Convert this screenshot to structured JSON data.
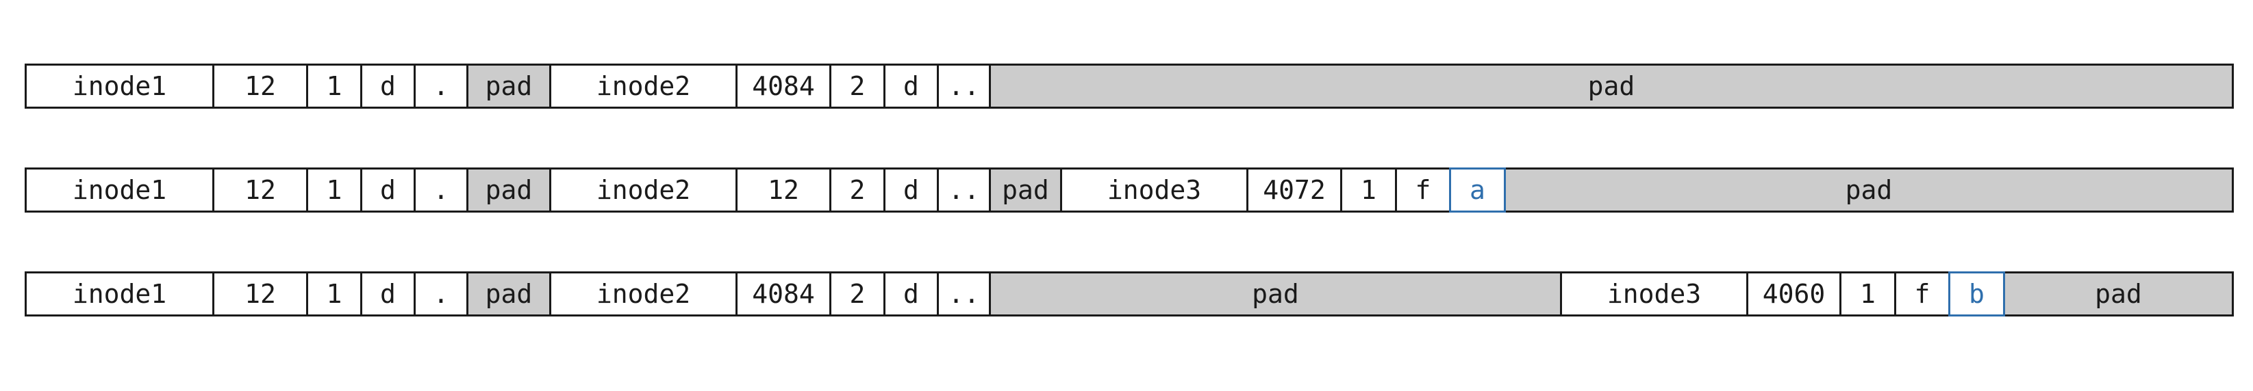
{
  "colors": {
    "pad_fill": "#cccccc",
    "border": "#1a1a1a",
    "highlight": "#2f6fad"
  },
  "rows": [
    {
      "cells": [
        {
          "label": "inode1",
          "kind": "field"
        },
        {
          "label": "12",
          "kind": "field"
        },
        {
          "label": "1",
          "kind": "field"
        },
        {
          "label": "d",
          "kind": "field"
        },
        {
          "label": ".",
          "kind": "field"
        },
        {
          "label": "pad",
          "kind": "pad"
        },
        {
          "label": "inode2",
          "kind": "field"
        },
        {
          "label": "4084",
          "kind": "field"
        },
        {
          "label": "2",
          "kind": "field"
        },
        {
          "label": "d",
          "kind": "field"
        },
        {
          "label": "..",
          "kind": "field"
        },
        {
          "label": "pad",
          "kind": "pad"
        }
      ]
    },
    {
      "cells": [
        {
          "label": "inode1",
          "kind": "field"
        },
        {
          "label": "12",
          "kind": "field"
        },
        {
          "label": "1",
          "kind": "field"
        },
        {
          "label": "d",
          "kind": "field"
        },
        {
          "label": ".",
          "kind": "field"
        },
        {
          "label": "pad",
          "kind": "pad"
        },
        {
          "label": "inode2",
          "kind": "field"
        },
        {
          "label": "12",
          "kind": "field"
        },
        {
          "label": "2",
          "kind": "field"
        },
        {
          "label": "d",
          "kind": "field"
        },
        {
          "label": "..",
          "kind": "field"
        },
        {
          "label": "pad",
          "kind": "pad"
        },
        {
          "label": "inode3",
          "kind": "field"
        },
        {
          "label": "4072",
          "kind": "field"
        },
        {
          "label": "1",
          "kind": "field"
        },
        {
          "label": "f",
          "kind": "field"
        },
        {
          "label": "a",
          "kind": "highlight"
        },
        {
          "label": "pad",
          "kind": "pad"
        }
      ]
    },
    {
      "cells": [
        {
          "label": "inode1",
          "kind": "field"
        },
        {
          "label": "12",
          "kind": "field"
        },
        {
          "label": "1",
          "kind": "field"
        },
        {
          "label": "d",
          "kind": "field"
        },
        {
          "label": ".",
          "kind": "field"
        },
        {
          "label": "pad",
          "kind": "pad"
        },
        {
          "label": "inode2",
          "kind": "field"
        },
        {
          "label": "4084",
          "kind": "field"
        },
        {
          "label": "2",
          "kind": "field"
        },
        {
          "label": "d",
          "kind": "field"
        },
        {
          "label": "..",
          "kind": "field"
        },
        {
          "label": "pad",
          "kind": "pad"
        },
        {
          "label": "inode3",
          "kind": "field"
        },
        {
          "label": "4060",
          "kind": "field"
        },
        {
          "label": "1",
          "kind": "field"
        },
        {
          "label": "f",
          "kind": "field"
        },
        {
          "label": "b",
          "kind": "highlight"
        },
        {
          "label": "pad",
          "kind": "pad"
        }
      ]
    }
  ]
}
